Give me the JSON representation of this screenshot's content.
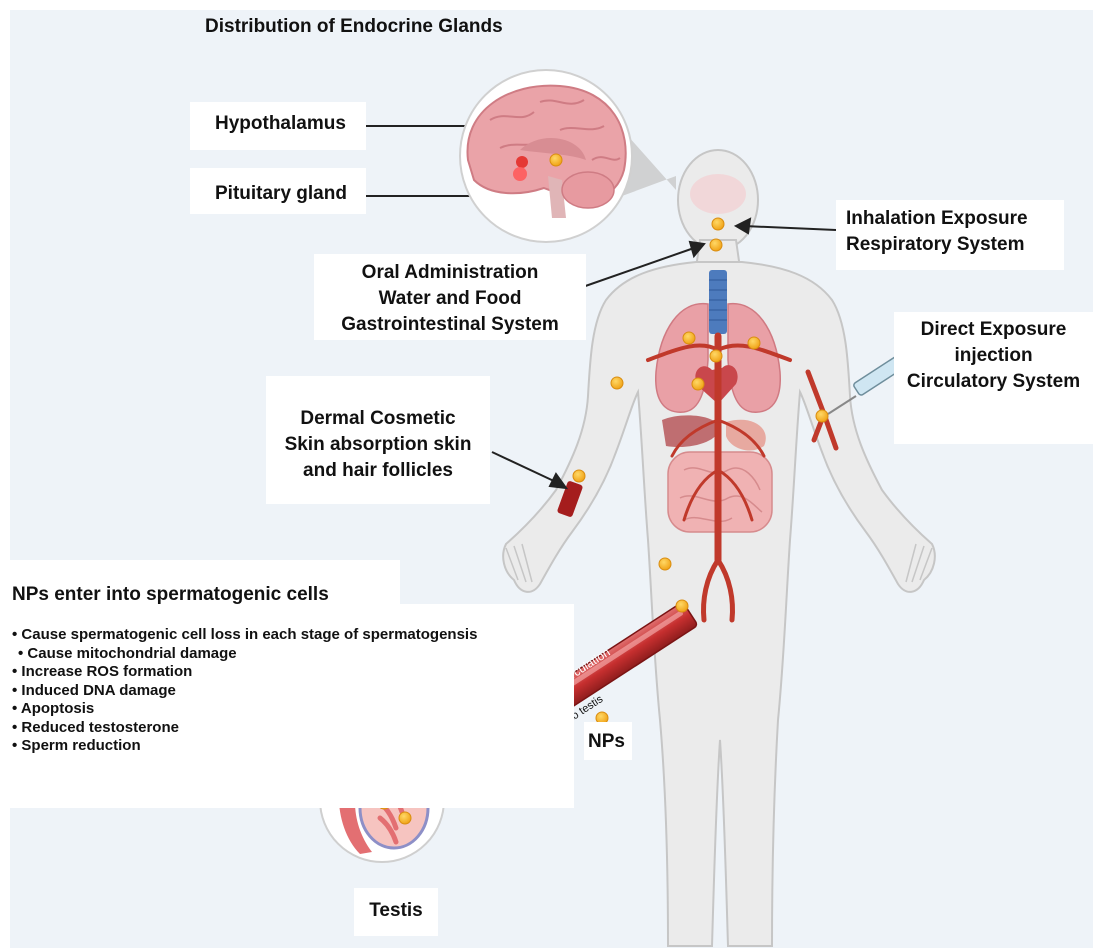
{
  "title": "Distribution of Endocrine Glands",
  "labels": {
    "hypothalamus": "Hypothalamus",
    "pituitary": "Pituitary gland",
    "inhalation": [
      "Inhalation Exposure",
      "Respiratory System"
    ],
    "oral": [
      "Oral Administration",
      "Water and Food",
      "Gastrointestinal System"
    ],
    "direct": [
      "Direct Exposure",
      "injection",
      "Circulatory System"
    ],
    "dermal": [
      "Dermal Cosmetic",
      "Skin absorption skin",
      "and hair follicles"
    ],
    "systemic_circulation": "Systemic circulation",
    "enter_testis": "Enter into testis",
    "nps": "NPs",
    "testis": "Testis"
  },
  "effects": {
    "heading": "NPs enter into spermatogenic cells",
    "items": [
      "Cause spermatogenic cell loss in each stage of spermatogensis",
      "Cause mitochondrial damage",
      "Increase ROS formation",
      "Induced DNA damage",
      "Apoptosis",
      "Reduced testosterone",
      "Sperm reduction"
    ]
  },
  "colors": {
    "background": "#eef3f8",
    "body_fill": "#ebebeb",
    "body_stroke": "#c4c4c4",
    "artery": "#c0392b",
    "organ_pink": "#e9a0a6",
    "brain": "#eaa3a8",
    "nanoparticle": "#f5b324",
    "trachea": "#4d7bbd"
  }
}
